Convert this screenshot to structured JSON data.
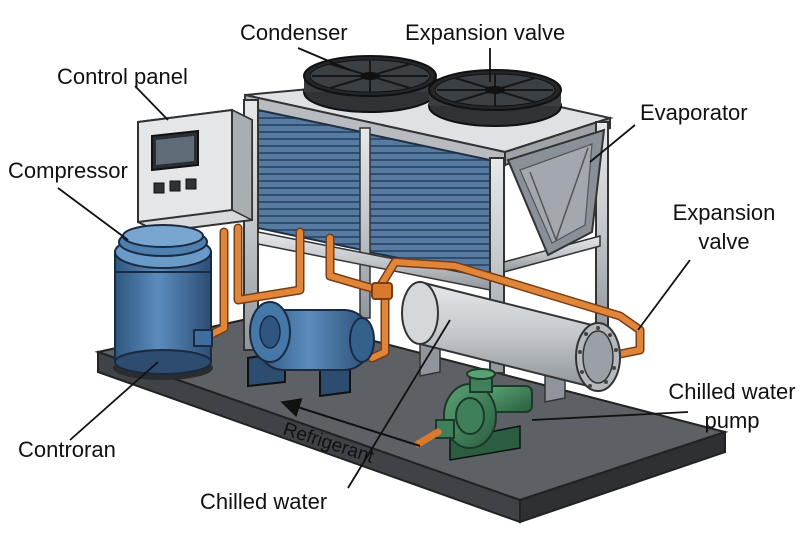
{
  "labels": {
    "condenser": "Condenser",
    "expansion_valve_top": "Expansion valve",
    "control_panel": "Control panel",
    "evaporator": "Evaporator",
    "compressor": "Compressor",
    "expansion_valve_right_line1": "Expansion",
    "expansion_valve_right_line2": "valve",
    "chilled_water_pump_line1": "Chilled water",
    "chilled_water_pump_line2": "pump",
    "controran": "Controran",
    "refrigerant": "Refrigerant",
    "chilled_water": "Chilled water"
  },
  "colors": {
    "pipe": "#d9792e",
    "compressor": "#3f6e9e",
    "pump": "#3a7a55",
    "frame": "#c9cdd1",
    "condenser_coil": "#4c6f94",
    "base": "#56595d"
  }
}
